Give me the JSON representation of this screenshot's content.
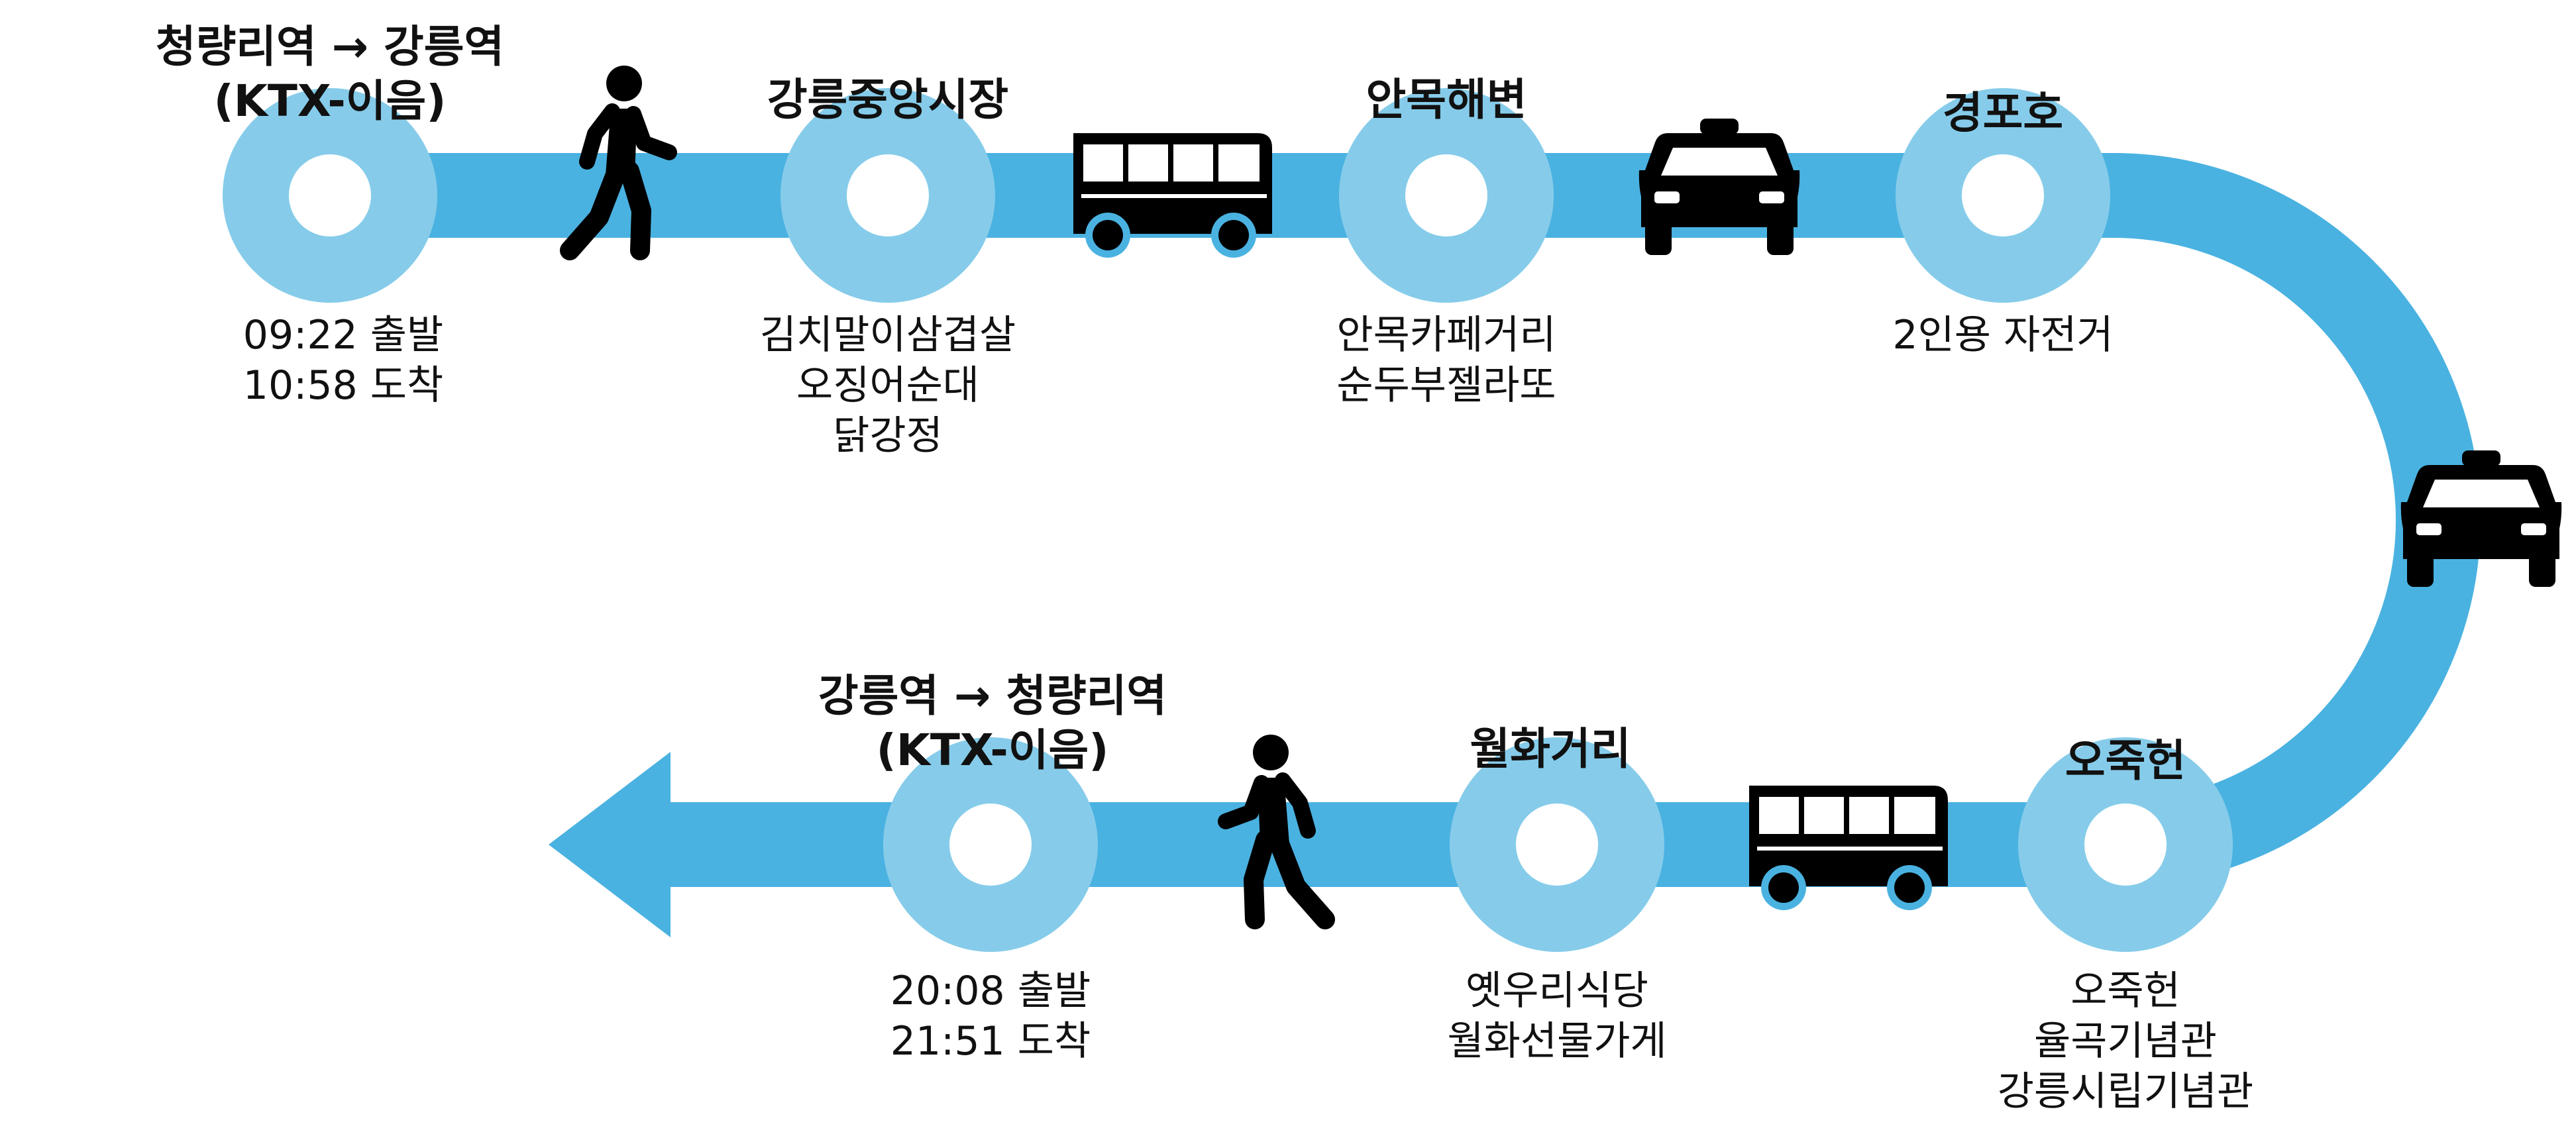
{
  "colors": {
    "route_line": "#4AB2E1",
    "stop_circle": "#86CCEA",
    "stop_center": "#ffffff",
    "icon": "#000000"
  },
  "stops": [
    {
      "id": "cheongnyangni-depart",
      "title": [
        "청량리역 → 강릉역",
        "(KTX-이음)"
      ],
      "details": [
        "09:22 출발",
        "10:58 도착"
      ]
    },
    {
      "id": "jungang-market",
      "title": [
        "강릉중앙시장"
      ],
      "details": [
        "김치말이삼겹살",
        "오징어순대",
        "닭강정"
      ]
    },
    {
      "id": "anmok-beach",
      "title": [
        "안목해변"
      ],
      "details": [
        "안목카페거리",
        "순두부젤라또"
      ]
    },
    {
      "id": "gyeongpoho",
      "title": [
        "경포호"
      ],
      "details": [
        "2인용 자전거"
      ]
    },
    {
      "id": "ojukheon",
      "title": [
        "오죽헌"
      ],
      "details": [
        "오죽헌",
        "율곡기념관",
        "강릉시립기념관"
      ]
    },
    {
      "id": "wolhwa-street",
      "title": [
        "월화거리"
      ],
      "details": [
        "옛우리식당",
        "월화선물가게"
      ]
    },
    {
      "id": "gangneung-return",
      "title": [
        "강릉역 → 청량리역",
        "(KTX-이음)"
      ],
      "details": [
        "20:08 출발",
        "21:51 도착"
      ]
    }
  ],
  "transports": [
    {
      "between": "cheongnyangni-depart → jungang-market",
      "icon": "walking-person-icon"
    },
    {
      "between": "jungang-market → anmok-beach",
      "icon": "bus-icon"
    },
    {
      "between": "anmok-beach → gyeongpoho",
      "icon": "taxi-icon"
    },
    {
      "between": "gyeongpoho → ojukheon",
      "icon": "taxi-icon"
    },
    {
      "between": "ojukheon → wolhwa-street",
      "icon": "bus-icon"
    },
    {
      "between": "wolhwa-street → gangneung-return",
      "icon": "walking-person-icon"
    }
  ]
}
